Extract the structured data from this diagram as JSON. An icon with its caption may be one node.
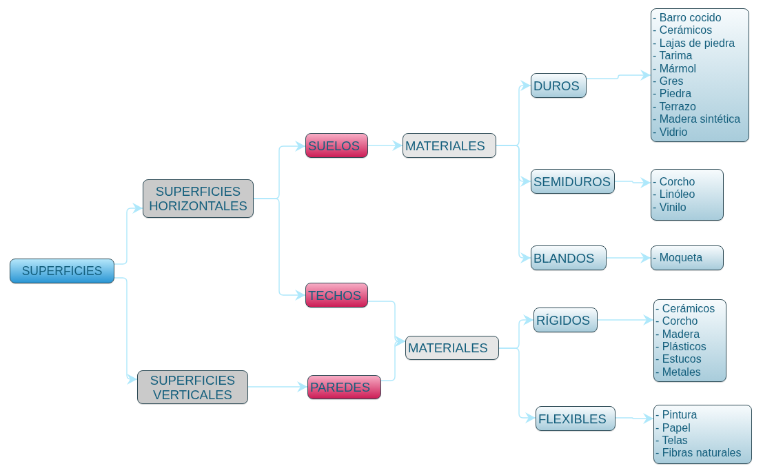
{
  "diagram": {
    "nodes": [
      {
        "text": [
          "SUPERFICIES"
        ]
      },
      {
        "text": [
          "SUPERFICIES HORIZONTALES"
        ]
      },
      {
        "text": [
          "SUPERFICIES VERTICALES"
        ]
      },
      {
        "text": [
          "SUELOS"
        ]
      },
      {
        "text": [
          "TECHOS"
        ]
      },
      {
        "text": [
          "PAREDES"
        ]
      },
      {
        "text": [
          "MATERIALES"
        ]
      },
      {
        "text": [
          "MATERIALES"
        ]
      },
      {
        "text": [
          "DUROS"
        ]
      },
      {
        "text": [
          "SEMIDUROS"
        ]
      },
      {
        "text": [
          "BLANDOS"
        ]
      },
      {
        "text": [
          "RÍGIDOS"
        ]
      },
      {
        "text": [
          "FLEXIBLES"
        ]
      },
      {
        "text": [
          "- Barro cocido",
          "- Cerámicos",
          "- Lajas de piedra",
          "- Tarima",
          "- Mármol",
          "- Gres",
          "- Piedra",
          "- Terrazo",
          "- Madera sintética",
          "- Vidrio"
        ]
      },
      {
        "text": [
          "- Corcho",
          "- Linóleo",
          "- Vinilo"
        ]
      },
      {
        "text": [
          "- Moqueta"
        ]
      },
      {
        "text": [
          "- Cerámicos",
          "- Corcho",
          "- Madera",
          "- Plásticos",
          "- Estucos",
          "- Metales"
        ]
      },
      {
        "text": [
          "- Pintura",
          "- Papel",
          "- Telas",
          "- Fibras naturales"
        ]
      }
    ],
    "edges": [
      {
        "from": 0,
        "to": 1,
        "arrow": "to"
      },
      {
        "from": 0,
        "to": 2,
        "arrow": "to"
      },
      {
        "from": 1,
        "to": 3,
        "arrow": "to"
      },
      {
        "from": 1,
        "to": 4,
        "arrow": "to"
      },
      {
        "from": 2,
        "to": 5,
        "arrow": "to"
      },
      {
        "from": 3,
        "to": 6,
        "arrow": "to"
      },
      {
        "from": 4,
        "to": 7,
        "arrow": "to"
      },
      {
        "from": 5,
        "to": 7,
        "arrow": "to"
      },
      {
        "from": 6,
        "to": 8,
        "arrow": "to"
      },
      {
        "from": 6,
        "to": 9,
        "arrow": "to"
      },
      {
        "from": 6,
        "to": 10,
        "arrow": "to"
      },
      {
        "from": 7,
        "to": 11,
        "arrow": "to"
      },
      {
        "from": 7,
        "to": 12,
        "arrow": "to"
      },
      {
        "from": 8,
        "to": 13,
        "arrow": "to"
      },
      {
        "from": 9,
        "to": 14,
        "arrow": "to"
      },
      {
        "from": 10,
        "to": 15,
        "arrow": "to"
      },
      {
        "from": 11,
        "to": 16,
        "arrow": "to"
      },
      {
        "from": 12,
        "to": 17,
        "arrow": "to"
      }
    ]
  }
}
